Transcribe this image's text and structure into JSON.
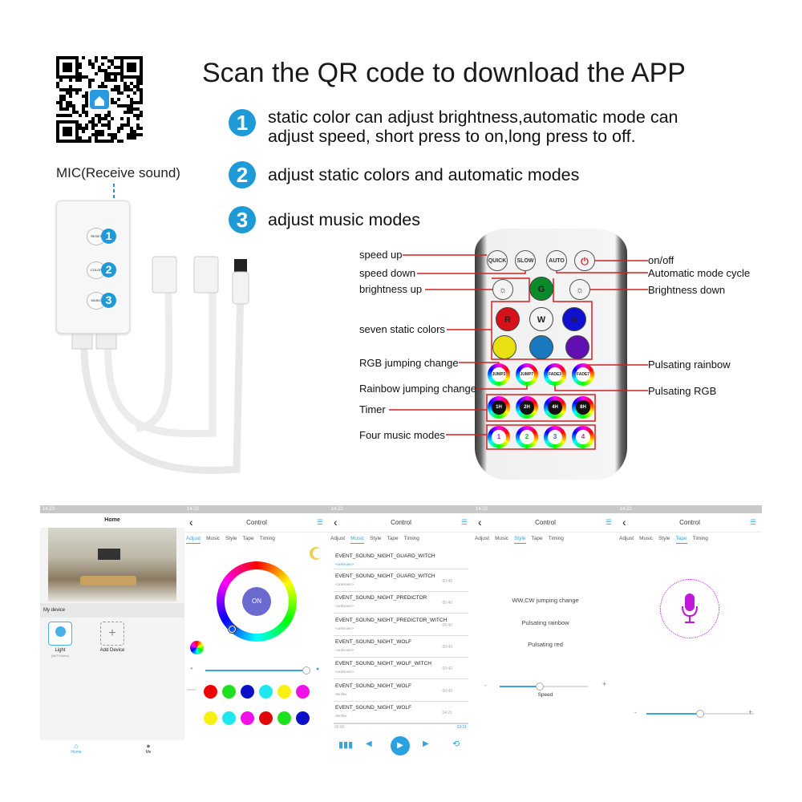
{
  "title": "Scan the QR code to download the APP",
  "features": [
    {
      "num": "1",
      "lines": [
        "static color can adjust brightness,automatic mode can",
        "adjust speed, short press to on,long press to off."
      ]
    },
    {
      "num": "2",
      "lines": [
        "adjust static colors and automatic modes"
      ]
    },
    {
      "num": "3",
      "lines": [
        "adjust music modes"
      ]
    }
  ],
  "controller": {
    "mic_label": "MIC(Receive sound)",
    "buttons": [
      {
        "label": "RESET",
        "num": "1"
      },
      {
        "label": "COLOR",
        "num": "2"
      },
      {
        "label": "MUSIC",
        "num": "3"
      }
    ]
  },
  "remote": {
    "top_buttons": [
      "QUICK",
      "SLOW",
      "AUTO",
      "⏻"
    ],
    "color_buttons": [
      "G",
      "R",
      "W",
      "B"
    ],
    "mode_buttons": [
      "JUMP3",
      "JUMP7",
      "FADE3",
      "FADE7"
    ],
    "timer_buttons": [
      "1H",
      "2H",
      "4H",
      "8H"
    ],
    "music_buttons": [
      "1",
      "2",
      "3",
      "4"
    ],
    "left_labels": [
      "speed up",
      "speed down",
      "brightness  up",
      "seven static colors",
      "RGB jumping change",
      "Rainbow jumping change",
      "Timer",
      "Four music modes"
    ],
    "right_labels": [
      "on/off",
      "Automatic mode cycle",
      "Brightness down",
      "Pulsating rainbow",
      "Pulsating RGB"
    ],
    "accent": "#d42020"
  },
  "screens": {
    "home": {
      "time": "14:23",
      "title": "Home",
      "section": "My device",
      "device_name": "Light",
      "device_sub": "(Wi-Fi Device)",
      "add_label": "Add Device",
      "nav": [
        "Home",
        "Me"
      ]
    },
    "control_title": "Control",
    "tabs": [
      "Adjust",
      "Music",
      "Style",
      "Tape",
      "Timing"
    ],
    "time": "14:22",
    "adjust": {
      "on_label": "ON",
      "preset_label": "PRESET",
      "brightness": 0.97,
      "row1": [
        "#f00000",
        "#1ee01e",
        "#0a10c8",
        "#1ee8ee",
        "#f8f010",
        "#f010e8"
      ],
      "row2": [
        "#f8f010",
        "#1ee8ee",
        "#f010e8",
        "#e00808",
        "#1ee01e",
        "#0a10c8"
      ]
    },
    "music": {
      "header_track": {
        "name": "EVENT_SOUND_NIGHT_GUARD_WITCH",
        "sub": "<unknown>"
      },
      "tracks": [
        {
          "name": "EVENT_SOUND_NIGHT_GUARD_WITCH",
          "sub": "<unknown>",
          "dur": "00:40"
        },
        {
          "name": "EVENT_SOUND_NIGHT_PREDICTOR",
          "sub": "<unknown>",
          "dur": "00:40"
        },
        {
          "name": "EVENT_SOUND_NIGHT_PREDICTOR_WITCH",
          "sub": "<unknown>",
          "dur": "00:40"
        },
        {
          "name": "EVENT_SOUND_NIGHT_WOLF",
          "sub": "<unknown>",
          "dur": "00:40"
        },
        {
          "name": "EVENT_SOUND_NIGHT_WOLF_WITCH",
          "sub": "<unknown>",
          "dur": "00:40"
        },
        {
          "name": "EVENT_SOUND_NIGHT_WOLF",
          "sub": "Skrillex",
          "dur": "00:40"
        },
        {
          "name": "EVENT_SOUND_NIGHT_WOLF",
          "sub": "Skrillex",
          "dur": "04:21"
        }
      ],
      "elapsed": "00:00",
      "total": "03:31"
    },
    "style": {
      "modes": [
        "WW,CW jumping change",
        "Pulsating rainbow",
        "Pulsating red"
      ],
      "minus": "-",
      "plus": "+",
      "speed_label": "Speed",
      "speed": 0.45
    },
    "tape": {
      "minus": "-",
      "plus": "+",
      "level": 0.5
    }
  }
}
